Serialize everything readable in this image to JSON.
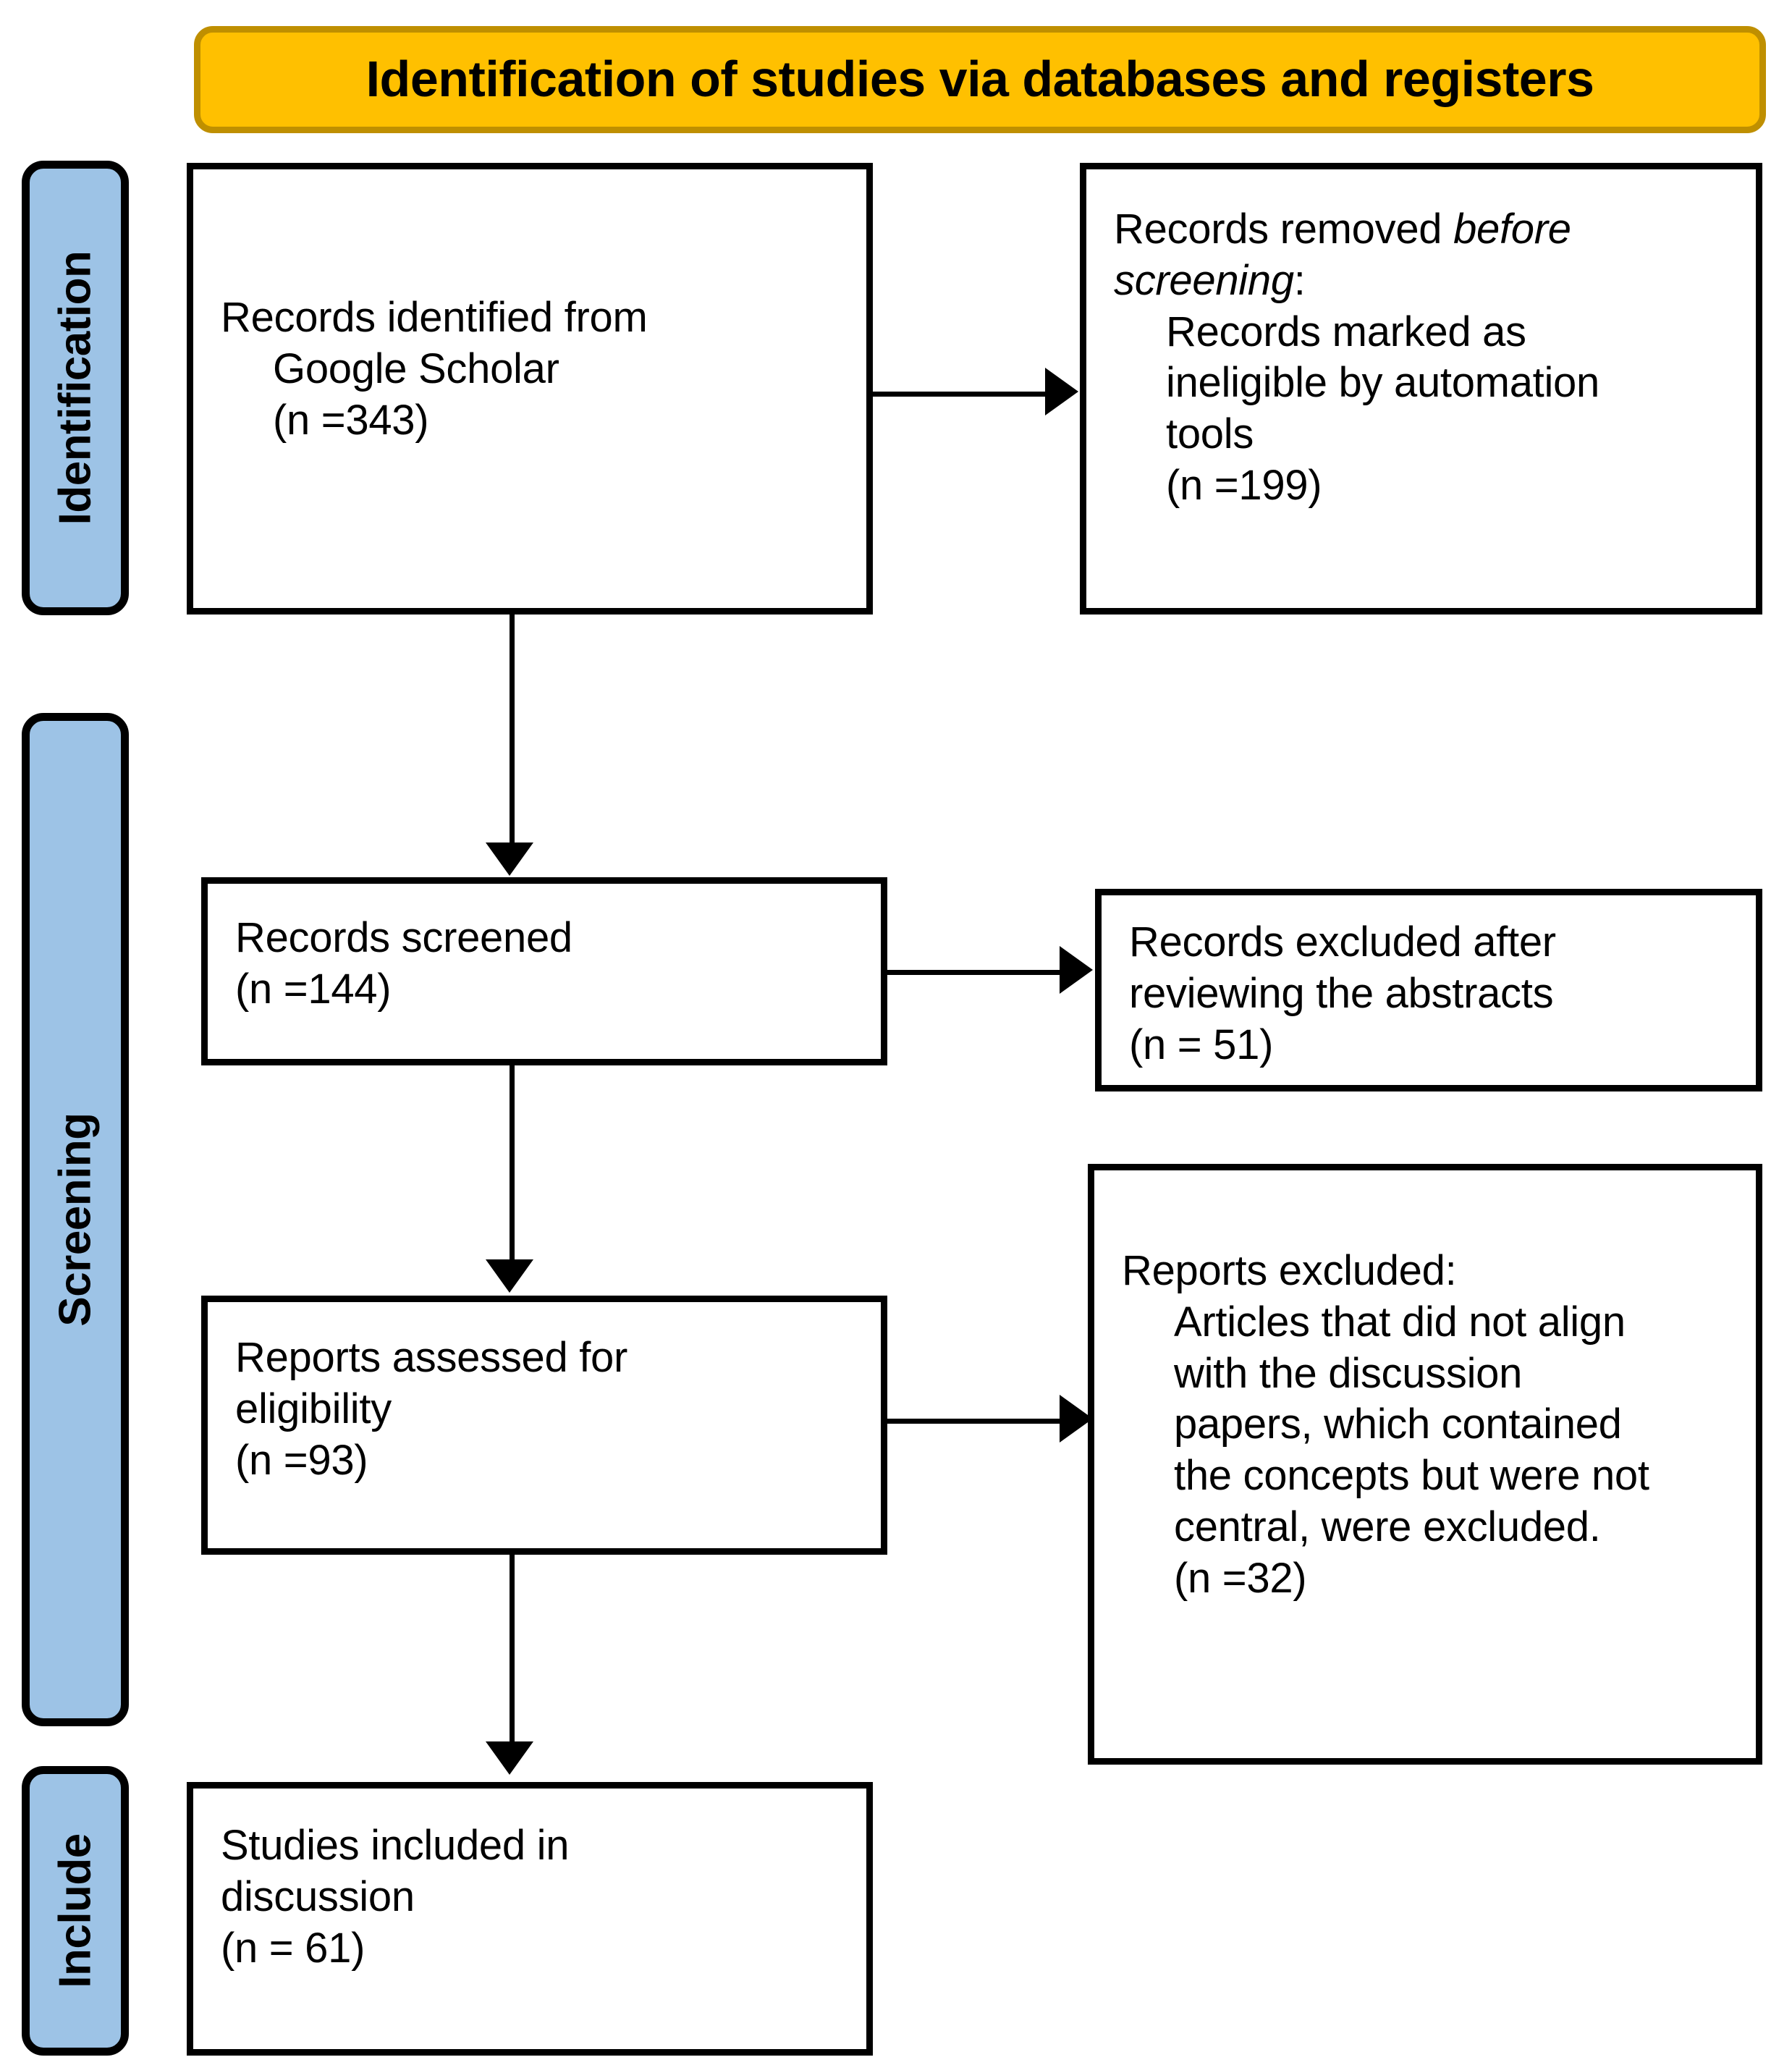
{
  "header": {
    "title": "Identification of studies via databases and registers",
    "fill_color": "#FFC000",
    "border_color": "#BF8F00"
  },
  "theme": {
    "phase_tab_fill": "#9DC3E6",
    "box_border": "#000000",
    "box_fill": "#FFFFFF",
    "text_color": "#000000"
  },
  "phases": [
    {
      "id": "identification",
      "label": "Identification"
    },
    {
      "id": "screening",
      "label": "Screening"
    },
    {
      "id": "include",
      "label": "Include"
    }
  ],
  "boxes": {
    "identified": {
      "line1": "Records identified from",
      "line2": "Google Scholar",
      "line3": "(n =343)"
    },
    "removed": {
      "line1_prefix": "Records removed ",
      "line1_italic": "before screening",
      "line1_suffix": ":",
      "line2": "Records marked as",
      "line3": "ineligible by automation",
      "line4": "tools",
      "line5": "(n =199)"
    },
    "screened": {
      "line1": "Records screened",
      "line2": "(n =144)"
    },
    "records_excluded": {
      "line1": "Records excluded after",
      "line2": "reviewing the abstracts",
      "line3": "(n = 51)"
    },
    "eligibility": {
      "line1": "Reports assessed for",
      "line2": "eligibility",
      "line3": "(n =93)"
    },
    "reports_excluded": {
      "line1": "Reports excluded:",
      "line2": "Articles that did not align",
      "line3": "with the discussion",
      "line4": "papers, which contained",
      "line5": "the concepts but were not",
      "line6": "central, were excluded.",
      "line7": "(n =32)"
    },
    "included": {
      "line1": "Studies included in",
      "line2": "discussion",
      "line3": "(n = 61)"
    }
  },
  "chart_data": {
    "type": "diagram",
    "title": "Identification of studies via databases and registers",
    "diagram_kind": "PRISMA flow diagram",
    "nodes": [
      {
        "id": "identified",
        "phase": "Identification",
        "label": "Records identified from Google Scholar",
        "n": 343
      },
      {
        "id": "removed",
        "phase": "Identification",
        "label": "Records removed before screening: Records marked as ineligible by automation tools",
        "n": 199
      },
      {
        "id": "screened",
        "phase": "Screening",
        "label": "Records screened",
        "n": 144
      },
      {
        "id": "records_excluded",
        "phase": "Screening",
        "label": "Records excluded after reviewing the abstracts",
        "n": 51
      },
      {
        "id": "eligibility",
        "phase": "Screening",
        "label": "Reports assessed for eligibility",
        "n": 93
      },
      {
        "id": "reports_excluded",
        "phase": "Screening",
        "label": "Reports excluded: Articles that did not align with the discussion papers, which contained the concepts but were not central, were excluded.",
        "n": 32
      },
      {
        "id": "included",
        "phase": "Include",
        "label": "Studies included in discussion",
        "n": 61
      }
    ],
    "edges": [
      {
        "from": "identified",
        "to": "removed",
        "direction": "right"
      },
      {
        "from": "identified",
        "to": "screened",
        "direction": "down"
      },
      {
        "from": "screened",
        "to": "records_excluded",
        "direction": "right"
      },
      {
        "from": "screened",
        "to": "eligibility",
        "direction": "down"
      },
      {
        "from": "eligibility",
        "to": "reports_excluded",
        "direction": "right"
      },
      {
        "from": "eligibility",
        "to": "included",
        "direction": "down"
      }
    ]
  }
}
